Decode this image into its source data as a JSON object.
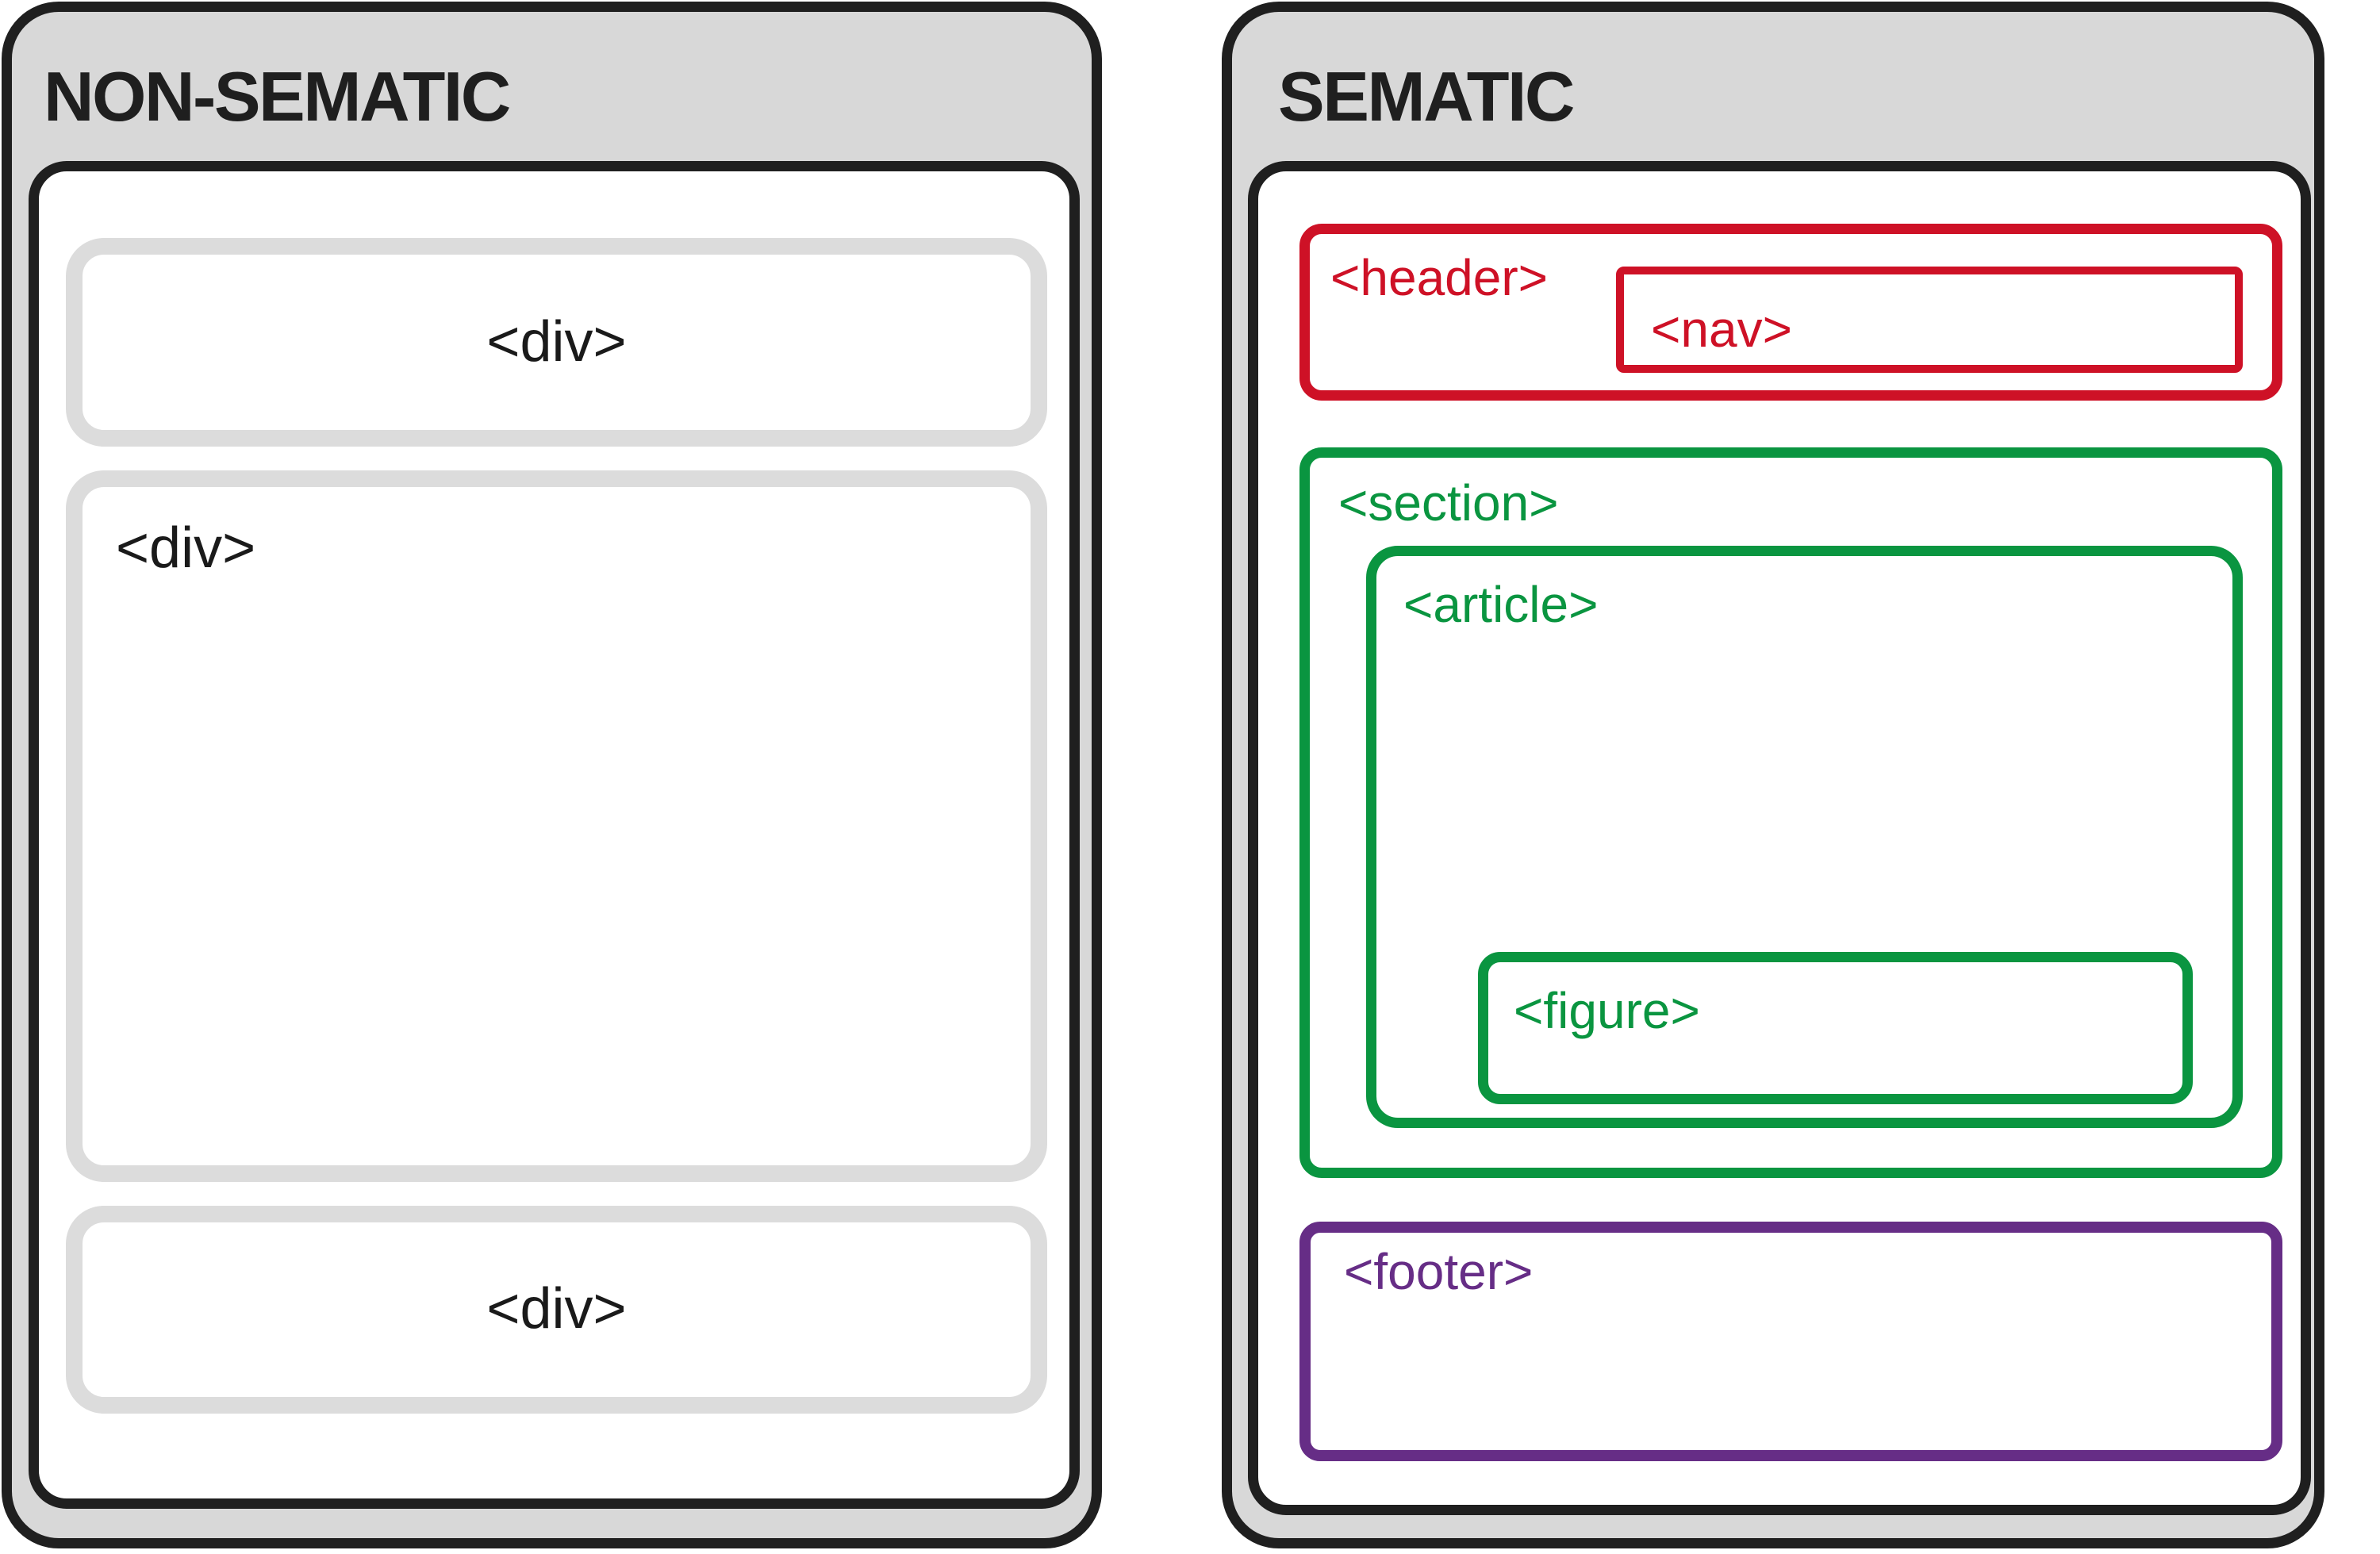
{
  "left_panel": {
    "title": "NON-SEMATIC",
    "boxes": [
      {
        "tag": "<div>",
        "label_position": "center"
      },
      {
        "tag": "<div>",
        "label_position": "top-left"
      },
      {
        "tag": "<div>",
        "label_position": "center"
      }
    ]
  },
  "right_panel": {
    "title": "SEMATIC",
    "header": {
      "tag": "<header>"
    },
    "nav": {
      "tag": "<nav>"
    },
    "section": {
      "tag": "<section>"
    },
    "article": {
      "tag": "<article>"
    },
    "figure": {
      "tag": "<figure>"
    },
    "footer": {
      "tag": "<footer>"
    }
  },
  "colors": {
    "ink": "#1f1f1f",
    "card_gray": "#d8d8d8",
    "divider_gray": "#dcdcdc",
    "red": "#ce1126",
    "green": "#0a9540",
    "purple": "#662d86"
  }
}
